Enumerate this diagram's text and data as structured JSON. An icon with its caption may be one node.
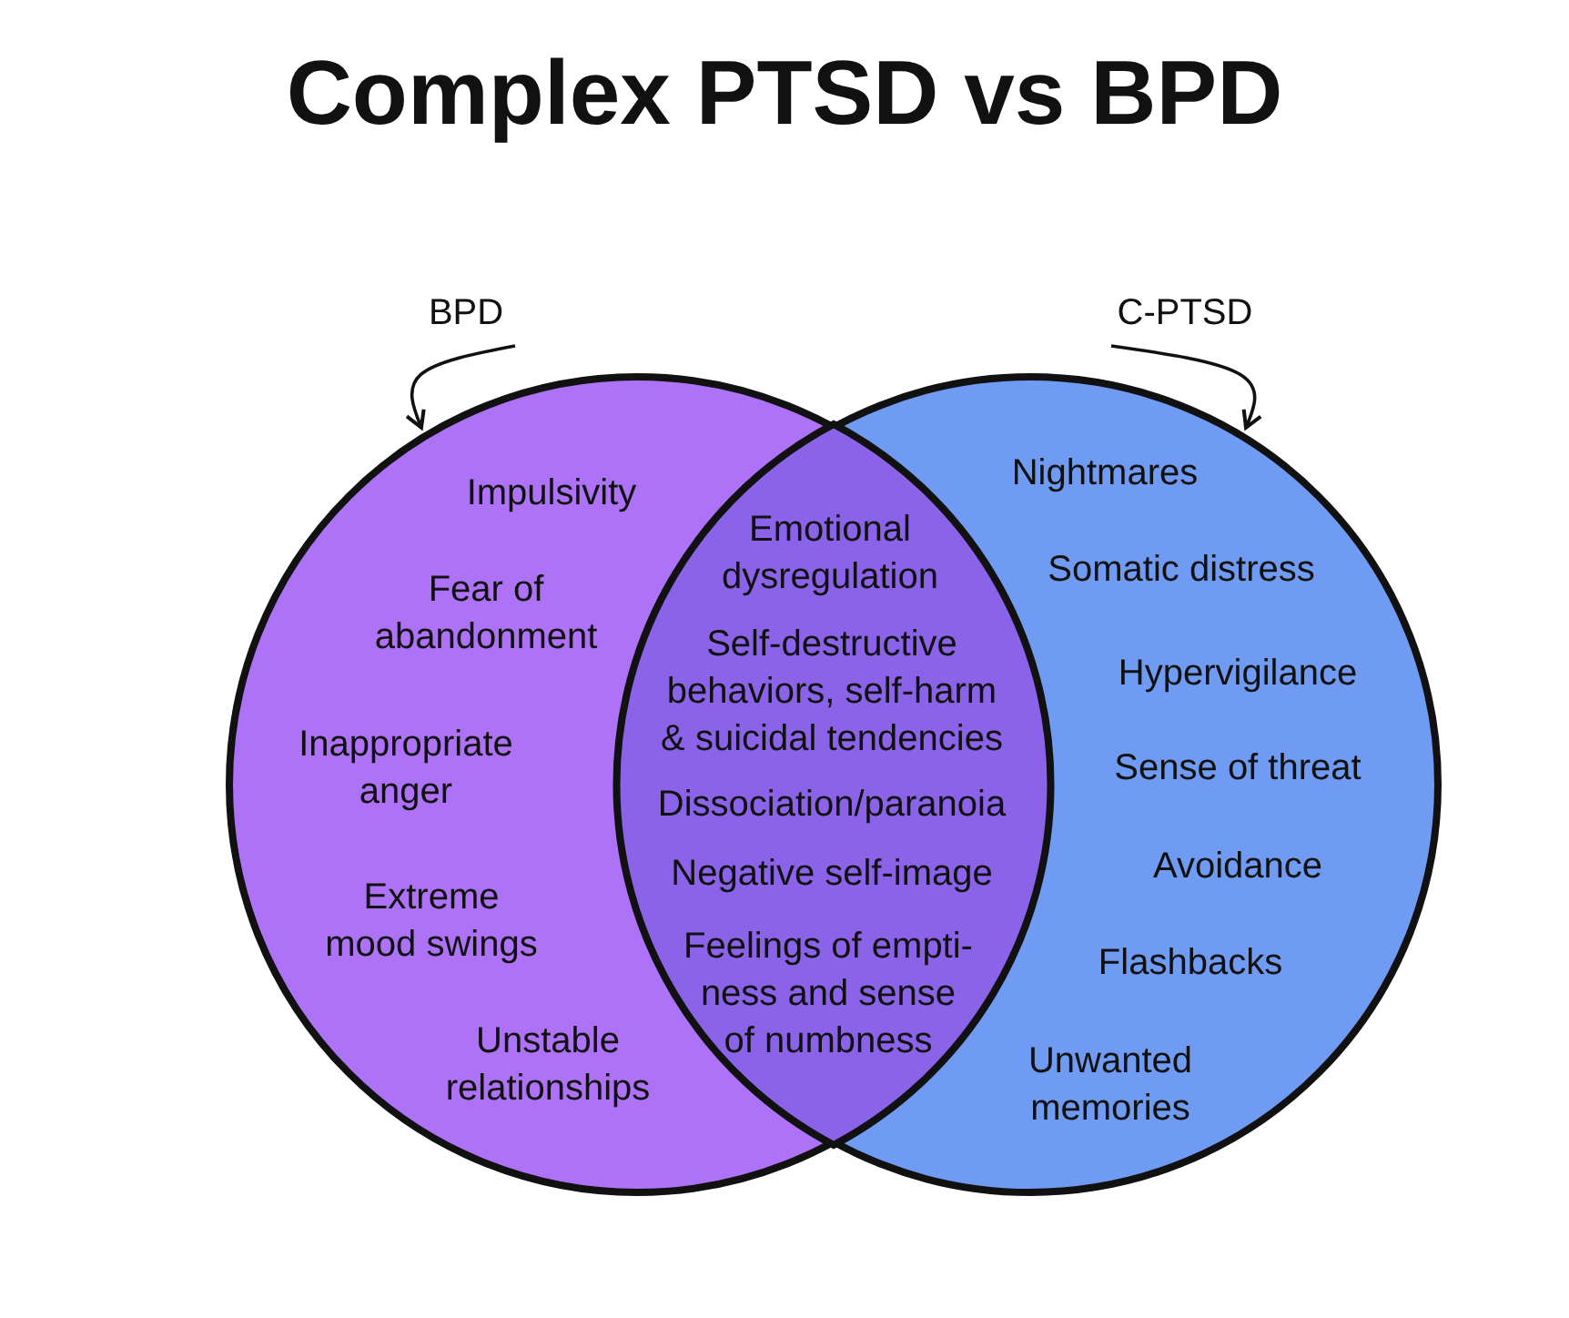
{
  "diagram": {
    "title": "Complex PTSD vs BPD",
    "nodes": [
      {
        "text": [
          "BPD"
        ]
      },
      {
        "text": [
          "C-PTSD"
        ]
      },
      {
        "text": [
          "Impulsivity",
          "Fear of abandonment",
          "Inappropriate anger",
          "Extreme mood swings",
          "Unstable relationships"
        ]
      },
      {
        "text": [
          "Nightmares",
          "Somatic distress",
          "Hypervigilance",
          "Sense of threat",
          "Avoidance",
          "Flashbacks",
          "Unwanted memories"
        ]
      },
      {
        "text": [
          "Emotional dysregulation",
          "Self-destructive behaviors, self-harm & suicidal tendencies",
          "Dissociation/paranoia",
          "Negative self-image",
          "Feelings of empti- ness and sense of numbness"
        ]
      }
    ],
    "edges": [
      {
        "from": 0,
        "to": 2,
        "arrow": "to"
      },
      {
        "from": 1,
        "to": 3,
        "arrow": "to"
      }
    ]
  }
}
